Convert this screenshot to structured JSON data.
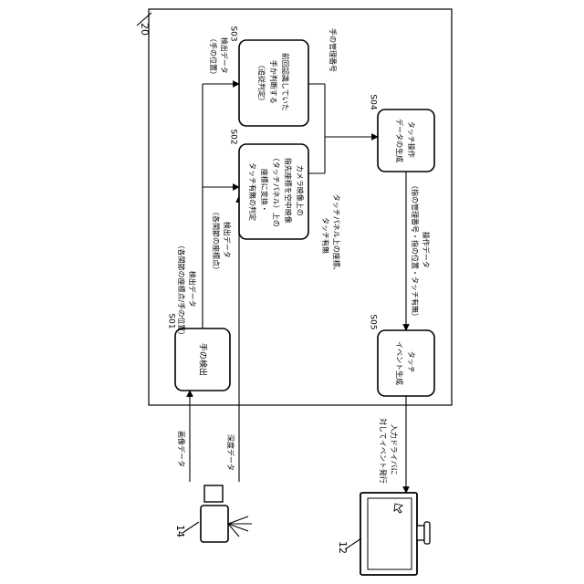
{
  "frame_label": "20",
  "camera_label": "14",
  "monitor_label": "12",
  "steps": {
    "s01": {
      "id": "S01",
      "text": "手の検出"
    },
    "s02": {
      "id": "S02",
      "lines": [
        "カメラ映像上の",
        "指先座標を空中映像",
        "（タッチパネル）上の",
        "座標に変換・",
        "タッチ有無の判定"
      ]
    },
    "s03": {
      "id": "S03",
      "lines": [
        "前回認識していた",
        "手か判断する",
        "（追従判定）"
      ]
    },
    "s04": {
      "id": "S04",
      "lines": [
        "タッチ操作",
        "データの生成"
      ]
    },
    "s05": {
      "id": "S05",
      "lines": [
        "タッチ",
        "イベント生成"
      ]
    }
  },
  "data_labels": {
    "image_data": "画像データ",
    "depth_data": "深度データ",
    "detect_all": [
      "検出データ",
      "（各関節の座標点/手の位置）"
    ],
    "detect_joints": [
      "検出データ",
      "（各関節の座標点）"
    ],
    "detect_hand": [
      "検出データ",
      "（手の位置）"
    ],
    "hand_mgmt": "手の管理番号",
    "touch_coords": [
      "タッチパネル上の座標、",
      "タッチ有無"
    ],
    "operation": [
      "操作データ",
      "（指の管理番号・指の位置・タッチ有無）"
    ],
    "driver_event": [
      "入力ドライバに",
      "対してイベント発行"
    ]
  }
}
